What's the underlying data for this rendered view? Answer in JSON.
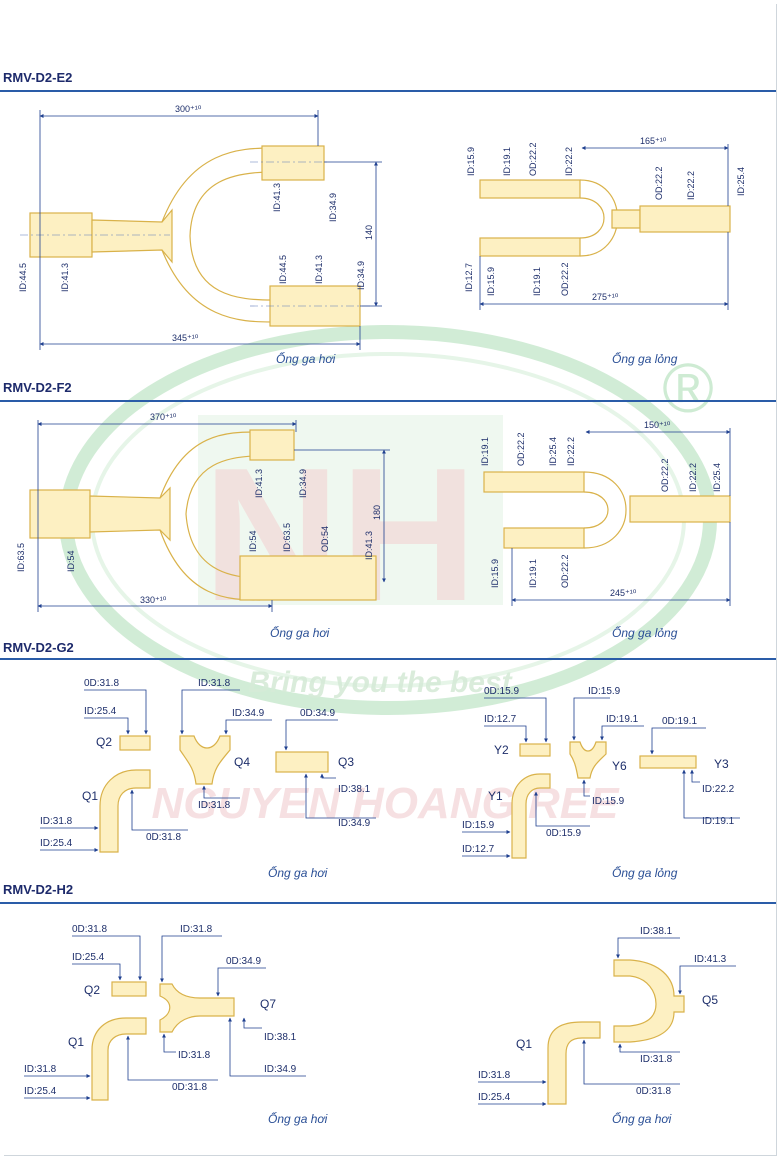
{
  "sections": [
    {
      "id": "E2",
      "title": "RMV-D2-E2"
    },
    {
      "id": "F2",
      "title": "RMV-D2-F2"
    },
    {
      "id": "G2",
      "title": "RMV-D2-G2"
    },
    {
      "id": "H2",
      "title": "RMV-D2-H2"
    }
  ],
  "captions": {
    "gas": "Ống ga hơi",
    "liquid": "Ống ga lỏng"
  },
  "watermark": {
    "logo_letters": "NH",
    "slogan": "Bring you the best",
    "company": "NGUYEN HOANG REE",
    "registered": "®"
  },
  "colors": {
    "pipe_fill": "#fdf0c2",
    "pipe_stroke": "#d9b24a",
    "dim_line": "#1e3f8f",
    "label": "#1e2f6b",
    "section_line": "#2a5ca8"
  },
  "labels": {
    "e2_gas": {
      "d300": "300⁺¹⁰",
      "d345": "345⁺¹⁰",
      "d140": "140",
      "id44_5": "ID:44.5",
      "id41_3": "ID:41.3",
      "id41_3b": "ID:41.3",
      "id34_9": "ID:34.9",
      "id44_5b": "ID:44.5",
      "id41_3c": "ID:41.3",
      "id34_9b": "ID:34.9"
    },
    "e2_liq": {
      "d165": "165⁺¹⁰",
      "d275": "275⁺¹⁰",
      "id15_9": "ID:15.9",
      "id19_1": "ID:19.1",
      "od22_2": "OD:22.2",
      "id22_2": "ID:22.2",
      "od22_2b": "OD:22.2",
      "id22_2b": "ID:22.2",
      "id25_4": "ID:25.4",
      "id12_7": "ID:12.7",
      "id15_9b": "ID:15.9",
      "id19_1b": "ID:19.1",
      "od22_2c": "OD:22.2"
    },
    "f2_gas": {
      "d370": "370⁺¹⁰",
      "d330": "330⁺¹⁰",
      "d180": "180",
      "id63_5": "ID:63.5",
      "id54": "ID:54",
      "id41_3": "ID:41.3",
      "id34_9": "ID:34.9",
      "id54b": "ID:54",
      "id63_5b": "ID:63.5",
      "od54": "OD:54",
      "id41_3b": "ID:41.3"
    },
    "f2_liq": {
      "d150": "150⁺¹⁰",
      "d245": "245⁺¹⁰",
      "id19_1": "ID:19.1",
      "od22_2": "OD:22.2",
      "id25_4": "ID:25.4",
      "id22_2": "ID:22.2",
      "od22_2b": "OD:22.2",
      "id22_2b": "ID:22.2",
      "id25_4b": "ID:25.4",
      "id15_9": "ID:15.9",
      "id19_1b": "ID:19.1",
      "od22_2c": "OD:22.2"
    },
    "g2_gas": {
      "od31_8": "0D:31.8",
      "id25_4": "ID:25.4",
      "q2": "Q2",
      "id31_8": "ID:31.8",
      "id34_9": "ID:34.9",
      "q4": "Q4",
      "id31_8b": "ID:31.8",
      "od34_9": "0D:34.9",
      "q3": "Q3",
      "id38_1": "ID:38.1",
      "id34_9b": "ID:34.9",
      "q1": "Q1",
      "id31_8c": "ID:31.8",
      "id25_4b": "ID:25.4",
      "od31_8b": "0D:31.8"
    },
    "g2_liq": {
      "od15_9": "0D:15.9",
      "id12_7": "ID:12.7",
      "y2": "Y2",
      "id15_9": "ID:15.9",
      "id19_1": "ID:19.1",
      "y6": "Y6",
      "id15_9b": "ID:15.9",
      "od19_1": "0D:19.1",
      "y3": "Y3",
      "id22_2": "ID:22.2",
      "id19_1b": "ID:19.1",
      "y1": "Y1",
      "id15_9c": "ID:15.9",
      "id12_7b": "ID:12.7",
      "od15_9b": "0D:15.9"
    },
    "h2_a": {
      "od31_8": "0D:31.8",
      "id25_4": "ID:25.4",
      "q2": "Q2",
      "id31_8": "ID:31.8",
      "od34_9": "0D:34.9",
      "q7": "Q7",
      "id38_1": "ID:38.1",
      "id31_8b": "ID:31.8",
      "id34_9": "ID:34.9",
      "q1": "Q1",
      "id31_8c": "ID:31.8",
      "id25_4b": "ID:25.4",
      "od31_8b": "0D:31.8"
    },
    "h2_b": {
      "id38_1": "ID:38.1",
      "id41_3": "ID:41.3",
      "q5": "Q5",
      "q1": "Q1",
      "id31_8": "ID:31.8",
      "id31_8b": "ID:31.8",
      "od31_8": "0D:31.8",
      "id25_4": "ID:25.4"
    }
  }
}
